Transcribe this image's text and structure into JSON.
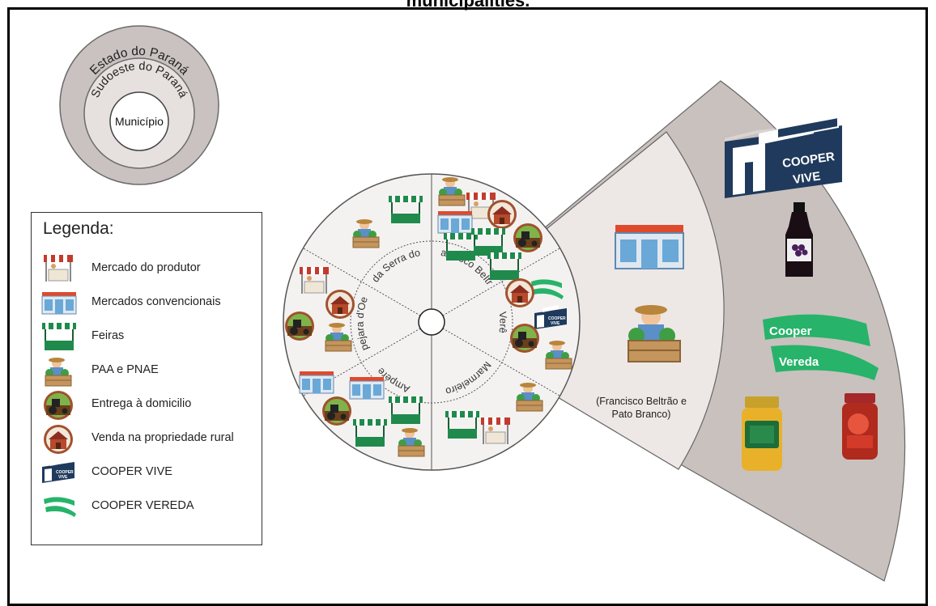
{
  "header": {
    "title": "municipalities."
  },
  "scale_diagram": {
    "rings": [
      "Estado do Paraná",
      "Sudoeste do Paraná",
      "Município"
    ]
  },
  "legend": {
    "title": "Legenda:",
    "items": [
      {
        "label": "Mercado do produtor",
        "icon": "producer-market-icon"
      },
      {
        "label": "Mercados convencionais",
        "icon": "supermarket-icon"
      },
      {
        "label": "Feiras",
        "icon": "fair-stall-icon"
      },
      {
        "label": "PAA e PNAE",
        "icon": "farmer-basket-icon"
      },
      {
        "label": "Entrega à domicilio",
        "icon": "tractor-delivery-icon"
      },
      {
        "label": "Venda na propriedade rural",
        "icon": "farmhouse-icon"
      },
      {
        "label": "COOPER VIVE",
        "icon": "cooper-vive-icon"
      },
      {
        "label": "COOPER VEREDA",
        "icon": "cooper-vereda-icon"
      }
    ]
  },
  "wheel": {
    "municipalities": [
      "Flor da Serra do Sul",
      "Francisco Beltrão",
      "Verê",
      "Marmeleiro",
      "Ampére",
      "Itapejara d'Oeste"
    ]
  },
  "regional_sector": {
    "caption": "(Francisco Beltrão e Pato Branco)"
  },
  "cooperative_sector": {
    "cooper_vive": "COOPER VIVE",
    "cooper_vereda": [
      "Cooper",
      "Vereda"
    ]
  },
  "colors": {
    "ring_outer": "#c9c2c0",
    "ring_mid": "#e6e1df",
    "sector_regional": "#ede8e6",
    "sector_coop": "#c9c1be",
    "green": "#1f8a4c",
    "navy": "#1f3a5c",
    "market_red": "#c23b2c"
  }
}
